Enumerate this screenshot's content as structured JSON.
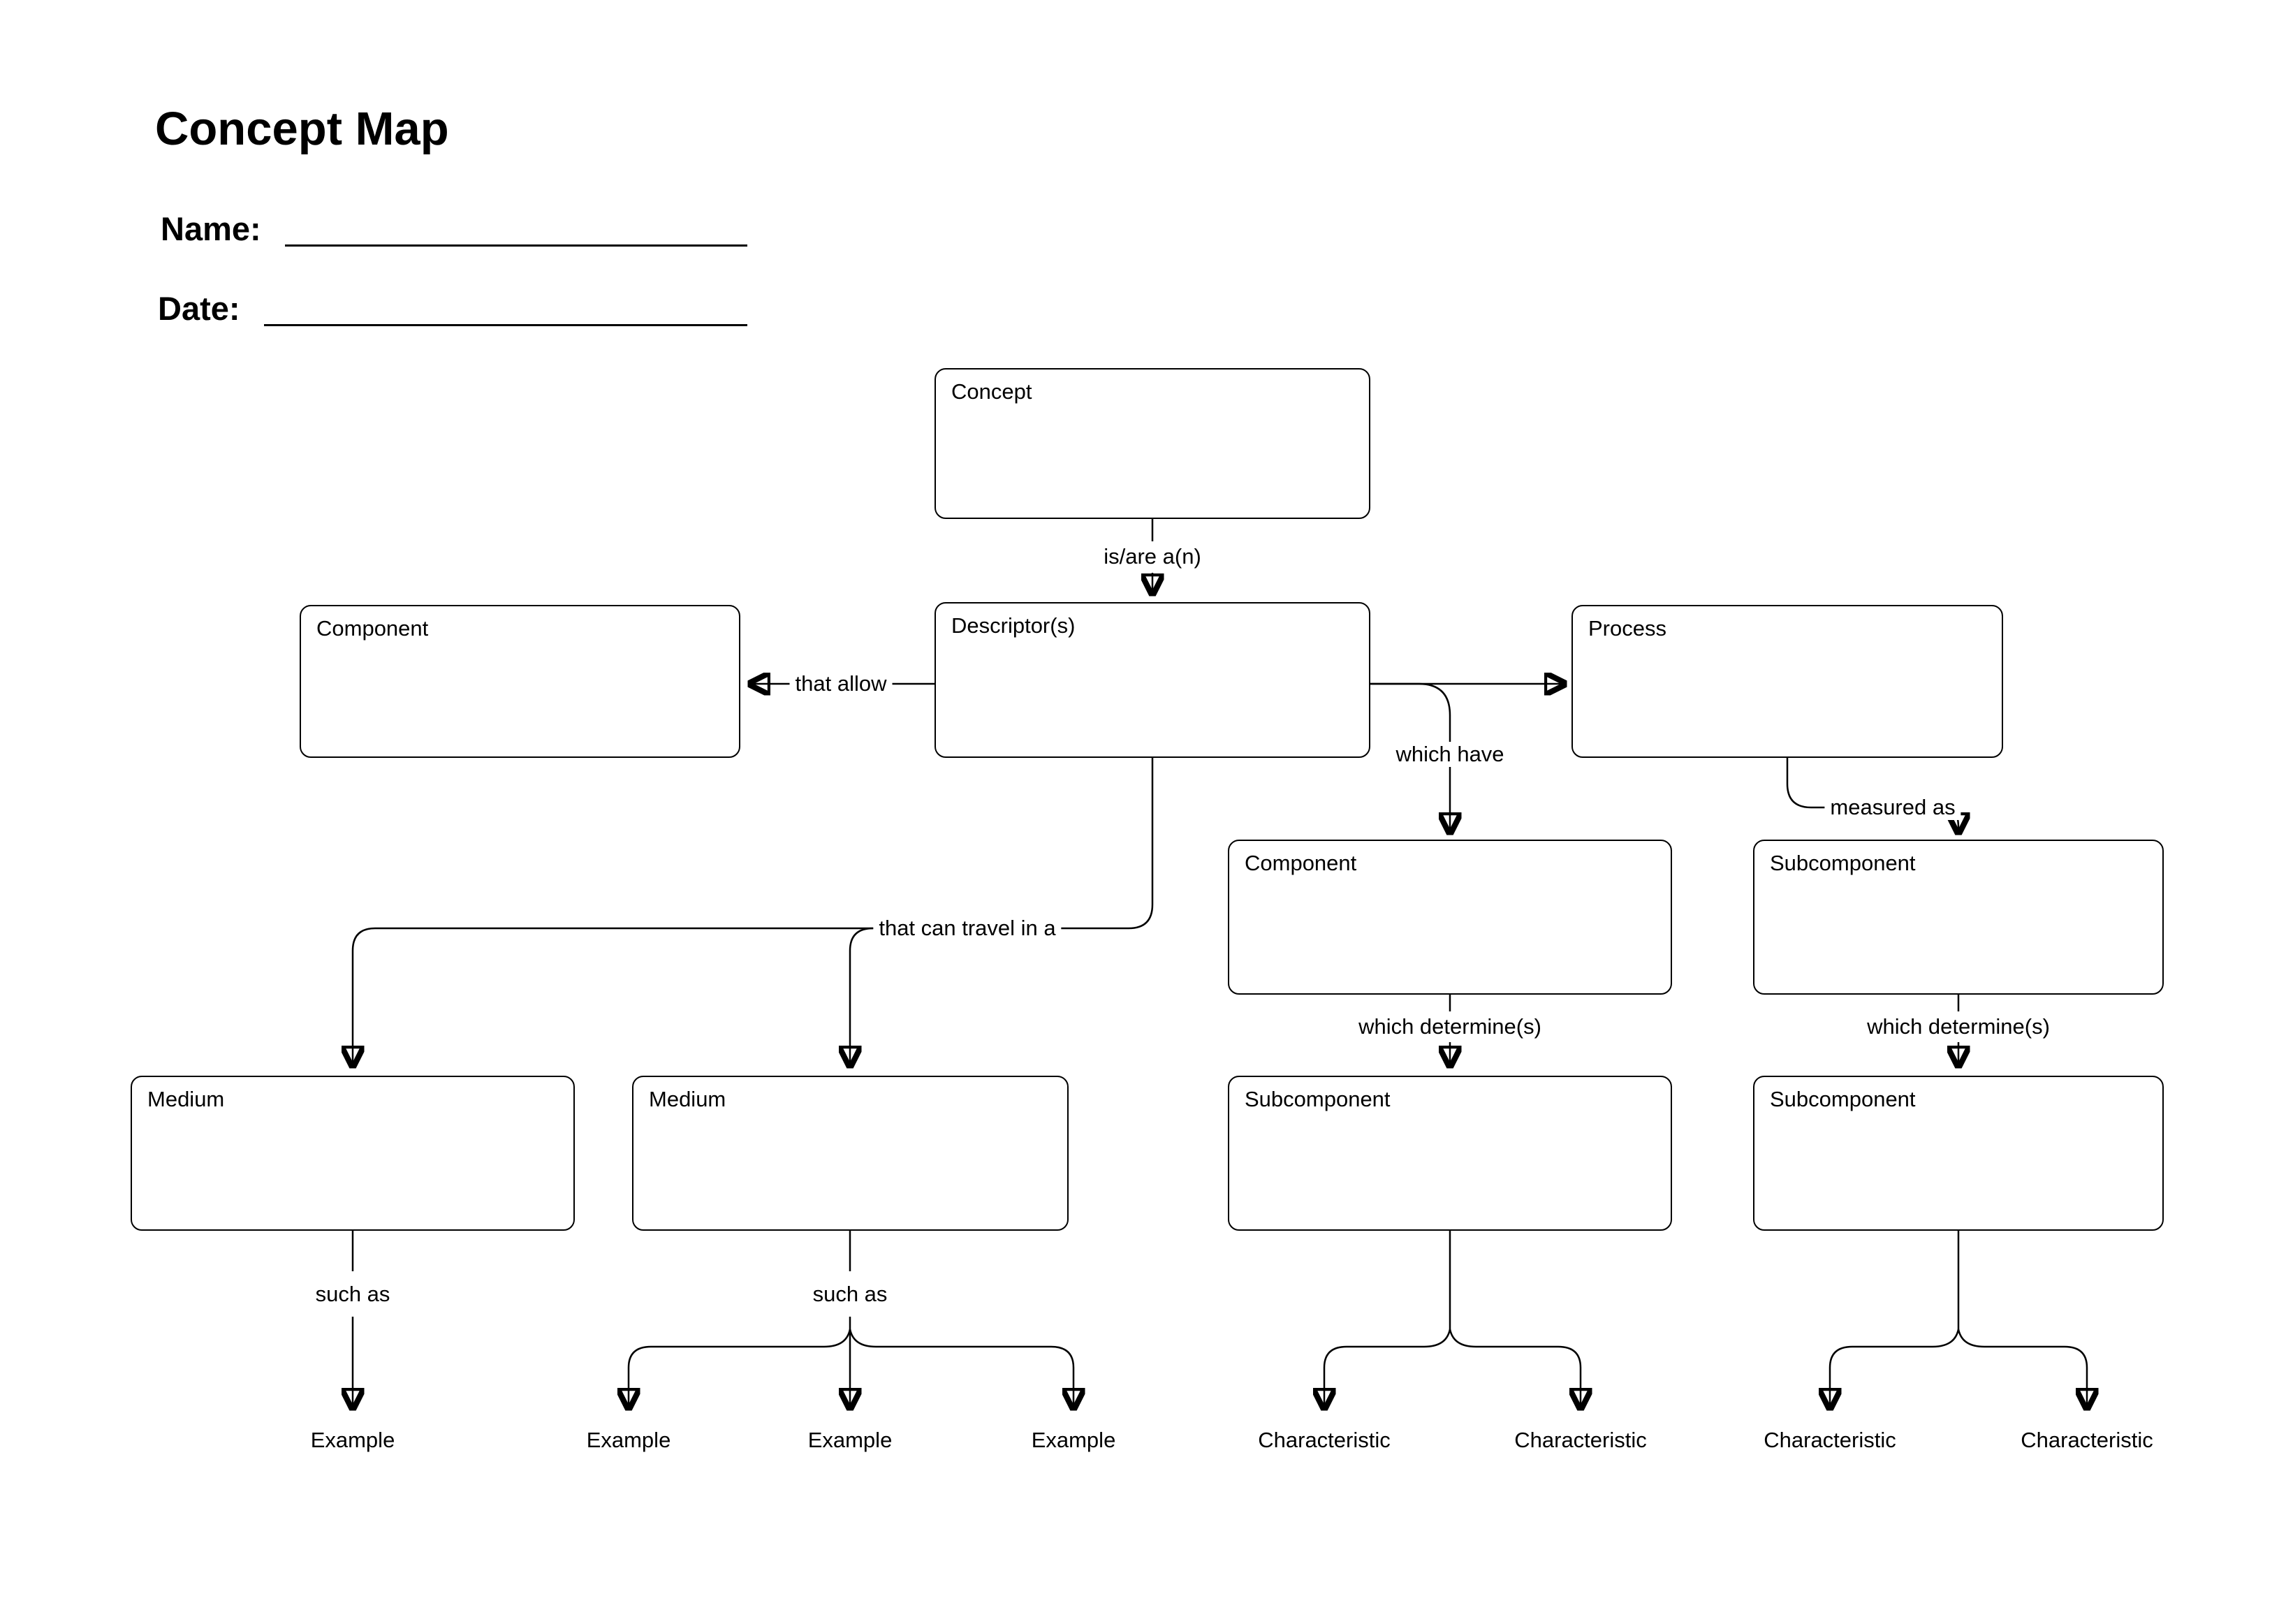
{
  "colors": {
    "ink": "#000000",
    "paper": "#ffffff"
  },
  "header": {
    "title": "Concept Map",
    "name_label": "Name:",
    "name_value": "",
    "date_label": "Date:",
    "date_value": ""
  },
  "nodes": {
    "concept": "Concept",
    "descriptor": "Descriptor(s)",
    "component_left": "Component",
    "process": "Process",
    "component_mid": "Component",
    "subcomponent_right": "Subcomponent",
    "medium_1": "Medium",
    "medium_2": "Medium",
    "subcomponent_bottom_1": "Subcomponent",
    "subcomponent_bottom_2": "Subcomponent"
  },
  "connectors": {
    "is_are_an": "is/are a(n)",
    "that_allow": "that allow",
    "which_have": "which have",
    "measured_as": "measured as",
    "that_can_travel_in_a": "that can travel in a",
    "which_determines_left": "which determine(s)",
    "which_determines_right": "which determine(s)",
    "such_as_1": "such as",
    "such_as_2": "such as"
  },
  "leaves": {
    "examples": [
      "Example",
      "Example",
      "Example",
      "Example"
    ],
    "characteristics": [
      "Characteristic",
      "Characteristic",
      "Characteristic",
      "Characteristic"
    ]
  }
}
